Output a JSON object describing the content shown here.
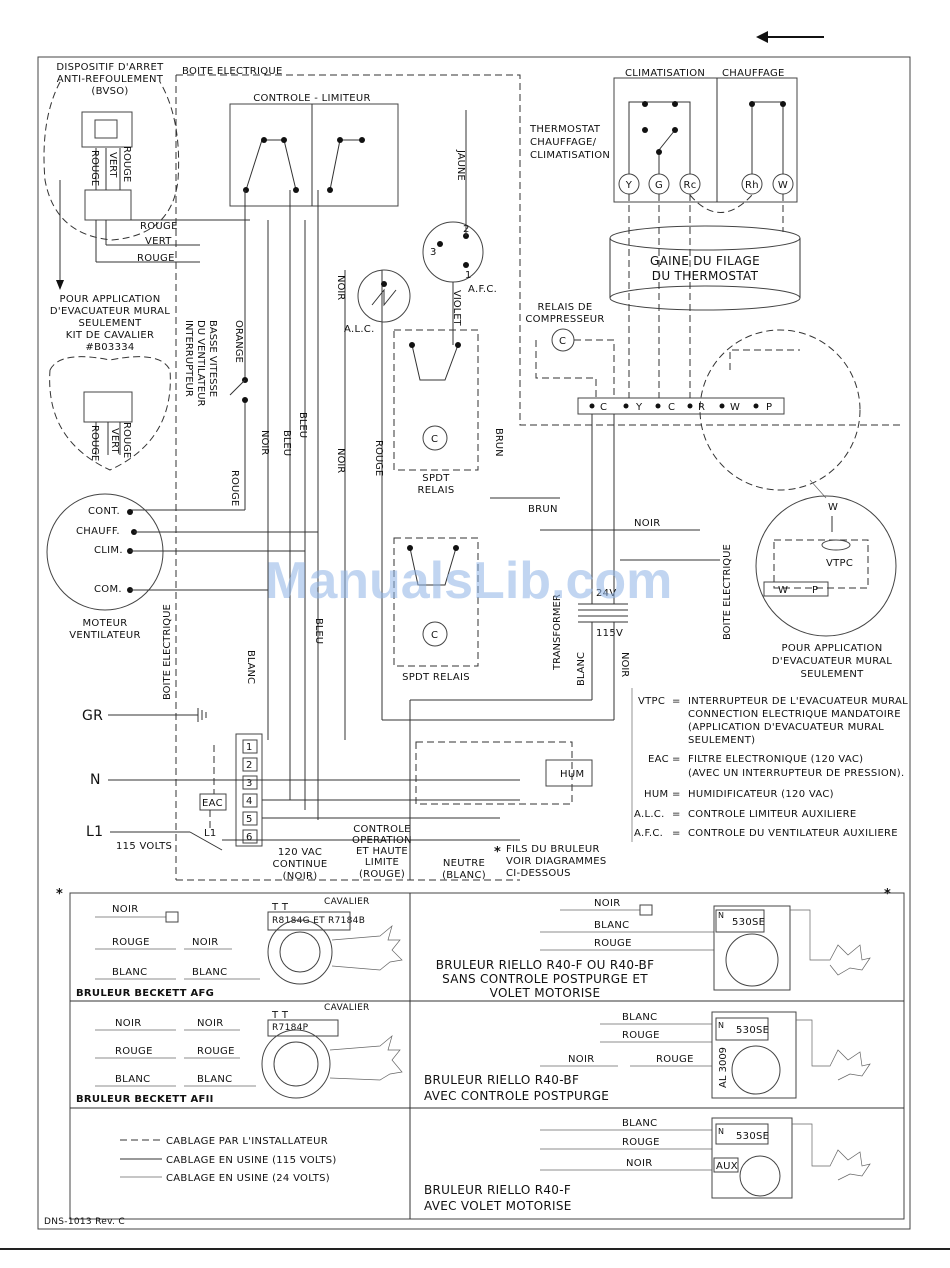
{
  "top": {
    "bvso_title": [
      "DISPOSITIF D'ARRET",
      "ANTI-REFOULEMENT",
      "(BVSO)"
    ],
    "boite_electrique": "BOITE ELECTRIQUE",
    "controle_limiteur": "CONTROLE - LIMITEUR",
    "thermostat": [
      "THERMOSTAT",
      "CHAUFFAGE/",
      "CLIMATISATION"
    ],
    "climatisation": "CLIMATISATION",
    "chauffage": "CHAUFFAGE",
    "thermo_terminals": [
      "Y",
      "G",
      "Rc",
      "Rh",
      "W"
    ],
    "gaine": [
      "GAINE DU FILAGE",
      "DU THERMOSTAT"
    ],
    "relais_compresseur": [
      "RELAIS DE",
      "COMPRESSEUR"
    ],
    "strip_terminals": [
      "C",
      "Y",
      "C",
      "R",
      "W",
      "P"
    ],
    "jumper_kit": [
      "POUR APPLICATION",
      "D'EVACUATEUR MURAL",
      "SEULEMENT",
      "KIT DE CAVALIER",
      "#B03334"
    ],
    "wire_rouge": "ROUGE",
    "wire_vert": "VERT",
    "interrupteur": [
      "INTERRUPTEUR",
      "DU VENTILATEUR",
      "BASSE VITESSE"
    ],
    "alc": "A.L.C.",
    "afc": "A.F.C.",
    "spdt_relais": [
      "SPDT",
      "RELAIS"
    ],
    "spdt_relais_2": "SPDT RELAIS",
    "transformer": "TRANSFORMER",
    "v24": "24V",
    "v115": "115V",
    "vtpc": "VTPC",
    "pour_app_right": [
      "POUR APPLICATION",
      "D'EVACUATEUR MURAL",
      "SEULEMENT"
    ],
    "moteur": [
      "MOTEUR",
      "VENTILATEUR"
    ],
    "motor_taps": [
      "CONT.",
      "CHAUFF.",
      "CLIM.",
      "COM."
    ],
    "gr": "GR",
    "n": "N",
    "l1": "L1",
    "v115_volts": "115 VOLTS",
    "hum": "HUM",
    "eac": "EAC",
    "terminal_numbers": [
      "1",
      "2",
      "3",
      "4",
      "5",
      "6"
    ],
    "colors": [
      "NOIR",
      "BLEU",
      "BLANC",
      "ORANGE",
      "JAUNE",
      "VIOLET",
      "BRUN",
      "ROUGE"
    ],
    "bottom_notes": {
      "continue": [
        "120 VAC",
        "CONTINUE",
        "(NOIR)"
      ],
      "controle": [
        "CONTROLE",
        "OPERATION",
        "ET HAUTE",
        "LIMITE",
        "(ROUGE)"
      ],
      "neutre": [
        "NEUTRE",
        "(BLANC)"
      ],
      "fils": [
        "FILS DU BRULEUR",
        "VOIR DIAGRAMMES",
        "CI-DESSOUS"
      ]
    }
  },
  "legend": [
    {
      "key": "VTPC",
      "text": [
        "INTERRUPTEUR DE L'EVACUATEUR MURAL",
        "CONNECTION ELECTRIQUE MANDATOIRE",
        "(APPLICATION D'EVACUATEUR MURAL",
        "SEULEMENT)"
      ]
    },
    {
      "key": "EAC",
      "text": [
        "FILTRE ELECTRONIQUE (120 VAC)",
        "(AVEC UN INTERRUPTEUR DE PRESSION)."
      ]
    },
    {
      "key": "HUM",
      "text": [
        "HUMIDIFICATEUR (120 VAC)"
      ]
    },
    {
      "key": "A.L.C.",
      "text": [
        "CONTROLE LIMITEUR AUXILIERE"
      ]
    },
    {
      "key": "A.F.C.",
      "text": [
        "CONTROLE DU VENTILATEUR AUXILIERE"
      ]
    }
  ],
  "burners": {
    "afg": {
      "title": "BRULEUR BECKETT AFG",
      "control": "R8184G ET R7184B",
      "cavalier": "CAVALIER",
      "t": "T T"
    },
    "afii": {
      "title": "BRULEUR BECKETT AFII",
      "control": "R7184P",
      "cavalier": "CAVALIER",
      "t": "T T"
    },
    "r40_sans": {
      "title": [
        "BRULEUR RIELLO R40-F OU R40-BF",
        "SANS CONTROLE POSTPURGE ET",
        "VOLET MOTORISE"
      ],
      "control": "530SE",
      "n": "N"
    },
    "r40_bf": {
      "title": [
        "BRULEUR RIELLO R40-BF",
        "AVEC CONTROLE POSTPURGE"
      ],
      "control": "530SE",
      "al": "AL 3009",
      "n": "N"
    },
    "r40_f": {
      "title": [
        "BRULEUR RIELLO R40-F",
        "AVEC VOLET MOTORISE"
      ],
      "control": "530SE",
      "aux": "AUX",
      "n": "N"
    },
    "wires": {
      "noir": "NOIR",
      "rouge": "ROUGE",
      "blanc": "BLANC"
    }
  },
  "cabling": [
    "CABLAGE PAR L'INSTALLATEUR",
    "CABLAGE EN USINE (115 VOLTS)",
    "CABLAGE EN USINE (24 VOLTS)"
  ],
  "doc_ref": "DNS-1013 Rev. C",
  "watermark": "ManualsLib.com",
  "asterisk": "*"
}
